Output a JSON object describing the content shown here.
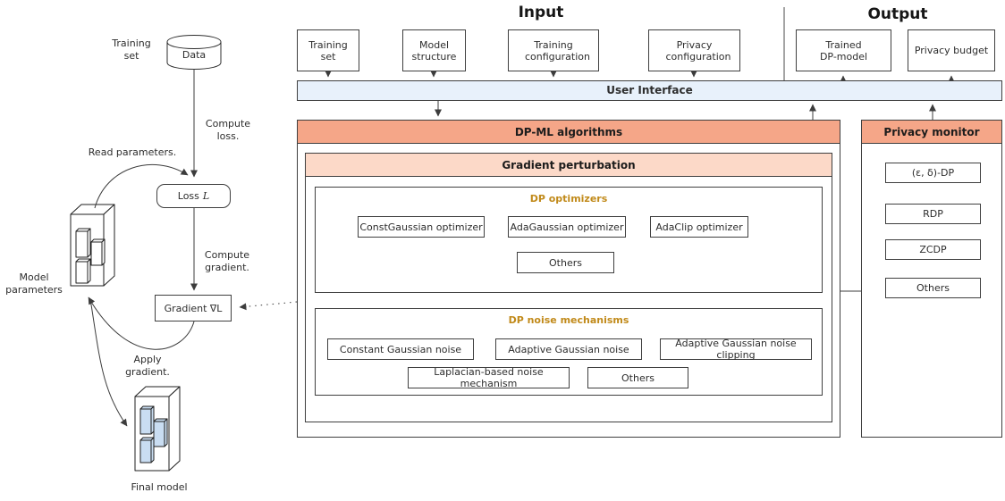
{
  "palette": {
    "salmon": "#F5A688",
    "salmon_light": "#FCD9C8",
    "ui_bar": "#E8F1FB",
    "gold": "#C18A1A",
    "model_fill": "#C9DDF2",
    "line": "#3C3C3C"
  },
  "left_flow": {
    "training_set_label": "Training set",
    "data_label": "Data",
    "compute_loss_label": "Compute loss.",
    "read_parameters_label": "Read parameters.",
    "loss_prefix": "Loss",
    "loss_symbol": "L",
    "compute_gradient_label": "Compute gradient.",
    "gradient_label": "Gradient ∇L",
    "model_parameters_label": "Model parameters",
    "apply_gradient_label": "Apply gradient.",
    "final_model_label": "Final model"
  },
  "input_section": {
    "title": "Input",
    "boxes": [
      "Training set",
      "Model structure",
      "Training configuration",
      "Privacy configuration"
    ]
  },
  "output_section": {
    "title": "Output",
    "boxes": [
      "Trained DP-model",
      "Privacy budget"
    ]
  },
  "ui_bar": {
    "label": "User Interface"
  },
  "dpml": {
    "title": "DP-ML algorithms",
    "gradient_perturbation": {
      "title": "Gradient perturbation"
    },
    "dp_optimizers": {
      "title": "DP optimizers",
      "boxes": [
        "ConstGaussian optimizer",
        "AdaGaussian optimizer",
        "AdaClip optimizer"
      ],
      "others": "Others"
    },
    "dp_noise_mechanisms": {
      "title": "DP noise mechanisms",
      "boxes": [
        "Constant Gaussian noise",
        "Adaptive Gaussian noise",
        "Adaptive Gaussian noise clipping"
      ],
      "boxes_row2": [
        "Laplacian-based noise mechanism",
        "Others"
      ]
    }
  },
  "privacy_monitor": {
    "title": "Privacy monitor",
    "items": [
      "(ε, δ)-DP",
      "RDP",
      "ZCDP",
      "Others"
    ]
  }
}
